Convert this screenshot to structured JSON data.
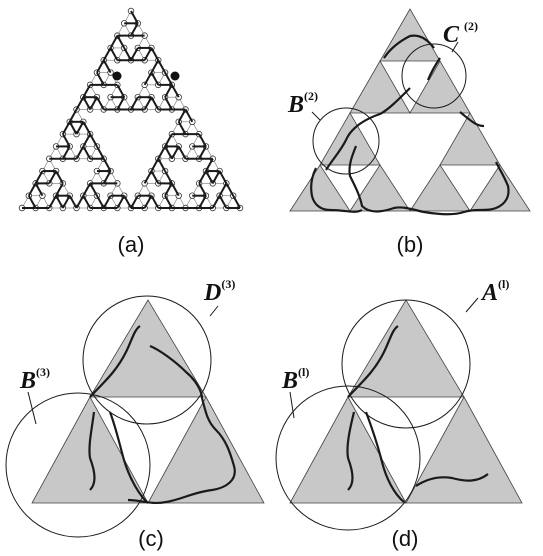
{
  "figure": {
    "panels": [
      {
        "id": "a",
        "caption": "(a)"
      },
      {
        "id": "b",
        "caption": "(b)"
      },
      {
        "id": "c",
        "caption": "(c)"
      },
      {
        "id": "d",
        "caption": "(d)"
      }
    ],
    "labels": {
      "b_C": {
        "base": "C",
        "sup": "(2)"
      },
      "b_B": {
        "base": "B",
        "sup": "(2)"
      },
      "c_D": {
        "base": "D",
        "sup": "(3)"
      },
      "c_B": {
        "base": "B",
        "sup": "(3)"
      },
      "d_A": {
        "base": "A",
        "sup": "(l)"
      },
      "d_B": {
        "base": "B",
        "sup": "(l)"
      }
    },
    "colors": {
      "triangle_fill": "#c8c8c8",
      "stroke": "#1a1a1a",
      "grid": "#888888"
    }
  }
}
